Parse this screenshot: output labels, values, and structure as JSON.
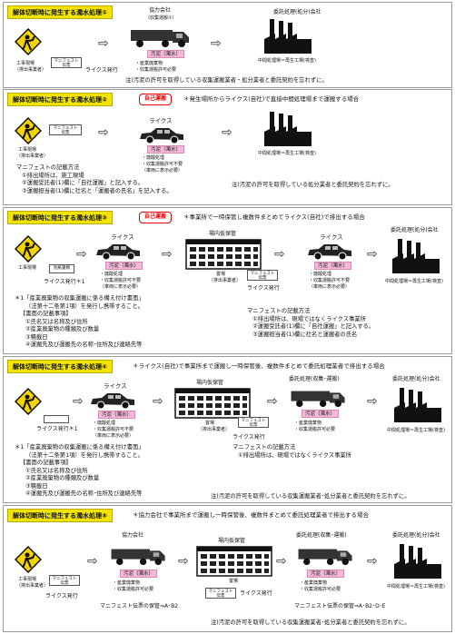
{
  "panel1": {
    "title": "解体切断時に発生する濁水処理①",
    "partner_top": "協力会社",
    "partner_sub": "（収集運搬①）",
    "site_label": "工事現場",
    "site_sub": "（排出事業者）",
    "manifest": "マニフェスト\n伝票",
    "license_issue": "ライクス発行",
    "sludge": "汚泥（濁水）",
    "industrial_waste": "・産業廃棄物",
    "collect_permit": "・収集運搬許可必要",
    "consign_top": "委託処理(処分)会社",
    "facility": "中間処理場＝再生工場(検査)",
    "note": "注)汚泥の許可を取得している収集運搬業者・処分業者と委託契約を忘れずに。"
  },
  "panel2": {
    "title": "解体切断時に発生する濁水処理②",
    "badge": "自己運搬",
    "header_note": "＊発生場所からライクス(自社)で直接中間処理場まで運搬する場合",
    "vehicle": "ライクス",
    "site_label": "工事現場",
    "site_sub": "（排出事業者）",
    "manifest": "マニフェスト\n伝票",
    "sludge": "汚泥（濁水）",
    "bullet1": "・廃酸処理",
    "bullet2": "・収集運搬許可不要",
    "bullet3": "（車両に表示必要）",
    "facility": "中間処理場＝再生工場(検査)",
    "method_title": "マニフェストの記載方法",
    "method1": "①排出場所は、施工現場",
    "method2": "②運搬受託者(1)欄に「自社運搬」と記入する。",
    "method3": "③運搬担当者(1)欄に社名と「運搬者の氏名」を記入する。",
    "note": "注)汚泥の許可を取得している処分業者と委託契約を忘れずに。"
  },
  "panel3": {
    "title": "解体切断時に発生する濁水処理③",
    "badge": "自己運搬",
    "header_note": "＊事業所で一時保管し複数件まとめてライクス(自社)で排出する場合",
    "vehicle1": "ライクス",
    "vehicle2": "ライクス",
    "office": "場内仮保管",
    "consign": "委託処理(処分)会社",
    "site_label": "工事現場",
    "site_doc": "別紙書類",
    "license_issue": "ライクス発行＊1",
    "sludge": "汚泥（濁水）",
    "bullet1": "・廃酸処理",
    "bullet2": "・収集運搬許可不要",
    "bullet3": "（車両に表示必要）",
    "store_label": "置場",
    "store_sub": "（排出事業者）",
    "manifest": "マニフェスト\n伝票",
    "license_issue2": "ライクス発行",
    "facility": "中間処理場＝再生工場(検査)",
    "form_note1": "＊1「産業廃棄物の収集運搬に係る備え付け書面」",
    "form_note2": "（法第十二条第1項）を発行し携帯すること。",
    "form_items_title": "【書面の記載事項】",
    "form_item1": "①氏名又は名称及び住所",
    "form_item2": "②産業廃棄物の種類及び数量",
    "form_item3": "③積載日",
    "form_item4": "④運搬先及び運搬先の名称･住所及び連絡先等",
    "method_title": "マニフェストの記載方法",
    "method1": "①排出場所は、現場ではなくライクス事業所",
    "method2": "②運搬受託者(1)欄に「自社運搬」と記入する。",
    "method3": "③運搬担当者(1)欄に社名と運搬者の氏名"
  },
  "panel4": {
    "title": "解体切断時に発生する濁水処理④",
    "header_note": "＊ライクス(自社)で事業所まで運搬し一時保管後、複数件まとめて委託処理業者で排出する場合",
    "vehicle": "ライクス",
    "office": "場内仮保管",
    "consign_collect": "委託処理(収集･運搬)",
    "consign": "委託処理(処分)会社",
    "license_issue": "ライクス発行＊1",
    "sludge": "汚泥（濁水）",
    "sludge2": "汚泥（濁水）",
    "bullet1": "・廃酸処理",
    "bullet2": "・収集運搬許可不要",
    "bullet3": "（車両に表示必要）",
    "truck_bullet1": "・産業廃棄物",
    "truck_bullet2": "・収集運搬許可必要",
    "store_label": "置場",
    "store_sub": "（排出事業者）",
    "manifest": "マニフェスト\n伝票",
    "license_issue2": "ライクス発行",
    "facility": "中間処理場＝再生工場(検査)",
    "form_note1": "＊1「産業廃棄物の収集運搬に係る備え付け書面」",
    "form_note2": "（法第十二条第1項）を発行し携帯すること。",
    "form_items_title": "【書面の記載事項】",
    "form_item1": "①氏名又は名称及び住所",
    "form_item2": "②産業廃棄物の種類及び数量",
    "form_item3": "③積載日",
    "form_item4": "④運搬先及び運搬先の名称･住所及び連絡先等",
    "method_title": "マニフェストの記載方法",
    "method1": "①排出場所は、現場ではなくライクス事業所",
    "note": "注)汚泥の許可を取得している収集運搬業者･処分業者と委託契約を忘れずに。"
  },
  "panel5": {
    "title": "解体切断時に発生する濁水処理⑤",
    "header_note": "＊協力会社で事業所まで運搬し一時保管後、複数件まとめて委託処理業者で排出する場合",
    "partner": "協力会社",
    "office": "場内仮保管",
    "consign_collect": "委託処理(収集･運搬)",
    "consign": "委託処理(処分)会社",
    "site_label": "工事現場",
    "site_sub": "（排出事業者）",
    "manifest": "マニフェスト\n伝票",
    "license_issue": "ライクス発行",
    "sludge": "汚泥（濁水）",
    "sludge2": "汚泥（濁水）",
    "b1": "・産業廃棄物",
    "b2": "・収集運搬許可必要",
    "b3": "・産業廃棄物",
    "b4": "・収集運搬許可必要",
    "store_label": "置場",
    "manifest2": "マニフェスト\n伝票",
    "license_issue2": "ライクス発行",
    "storage_a": "マニフェスト伝票の保管⇒A･B2",
    "storage_b": "マニフェスト伝票の保管⇒A･B2･D･E",
    "facility": "中間処理場＝再生工場(検査)",
    "note": "注)汚泥の許可を取得している収集運搬業者･処分業者と委託契約を忘れずに。"
  }
}
